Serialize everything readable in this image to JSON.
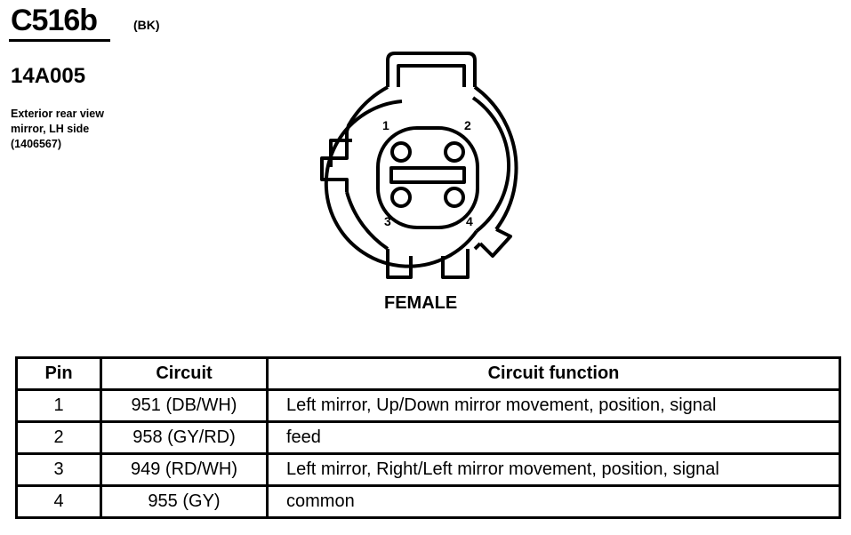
{
  "header": {
    "connector_id": "C516b",
    "connector_color": "(BK)",
    "part_number": "14A005",
    "description_lines": [
      "Exterior rear view",
      "mirror, LH side",
      "(1406567)"
    ]
  },
  "diagram": {
    "pin_numbers": [
      "1",
      "2",
      "3",
      "4"
    ],
    "gender_label": "FEMALE",
    "icon": "connector-face-icon"
  },
  "table": {
    "headers": [
      "Pin",
      "Circuit",
      "Circuit function"
    ],
    "rows": [
      {
        "pin": "1",
        "circuit": "951 (DB/WH)",
        "function": "Left mirror, Up/Down mirror movement, position, signal"
      },
      {
        "pin": "2",
        "circuit": "958 (GY/RD)",
        "function": "feed"
      },
      {
        "pin": "3",
        "circuit": "949 (RD/WH)",
        "function": "Left mirror, Right/Left mirror movement, position, signal"
      },
      {
        "pin": "4",
        "circuit": "955 (GY)",
        "function": "common"
      }
    ]
  }
}
